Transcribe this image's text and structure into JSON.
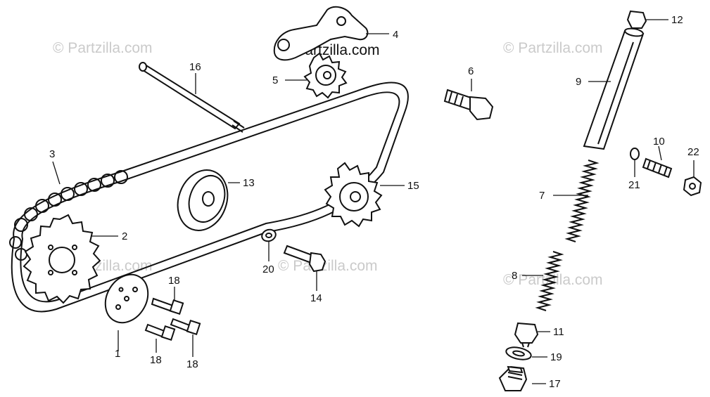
{
  "watermarks": [
    "© Partzilla.com",
    "© Partzilla.com",
    "© Partzilla.com",
    "© Partzilla.com",
    "© Partzilla.com",
    "© Partzilla.com"
  ],
  "labels": {
    "p1": "1",
    "p2": "2",
    "p3": "3",
    "p4": "4",
    "p5": "5",
    "p6": "6",
    "p7": "7",
    "p8": "8",
    "p9": "9",
    "p10": "10",
    "p11": "11",
    "p12": "12",
    "p13": "13",
    "p14": "14",
    "p15": "15",
    "p16": "16",
    "p17": "17",
    "p18a": "18",
    "p18b": "18",
    "p18c": "18",
    "p19": "19",
    "p20": "20",
    "p21": "21",
    "p22": "22"
  },
  "part_icons": [
    "sprocket-icon",
    "cam-chain-icon",
    "chain-guide-icon",
    "roller-icon",
    "bolt-icon",
    "spring-icon",
    "pipe-icon",
    "washer-icon",
    "nut-icon"
  ]
}
